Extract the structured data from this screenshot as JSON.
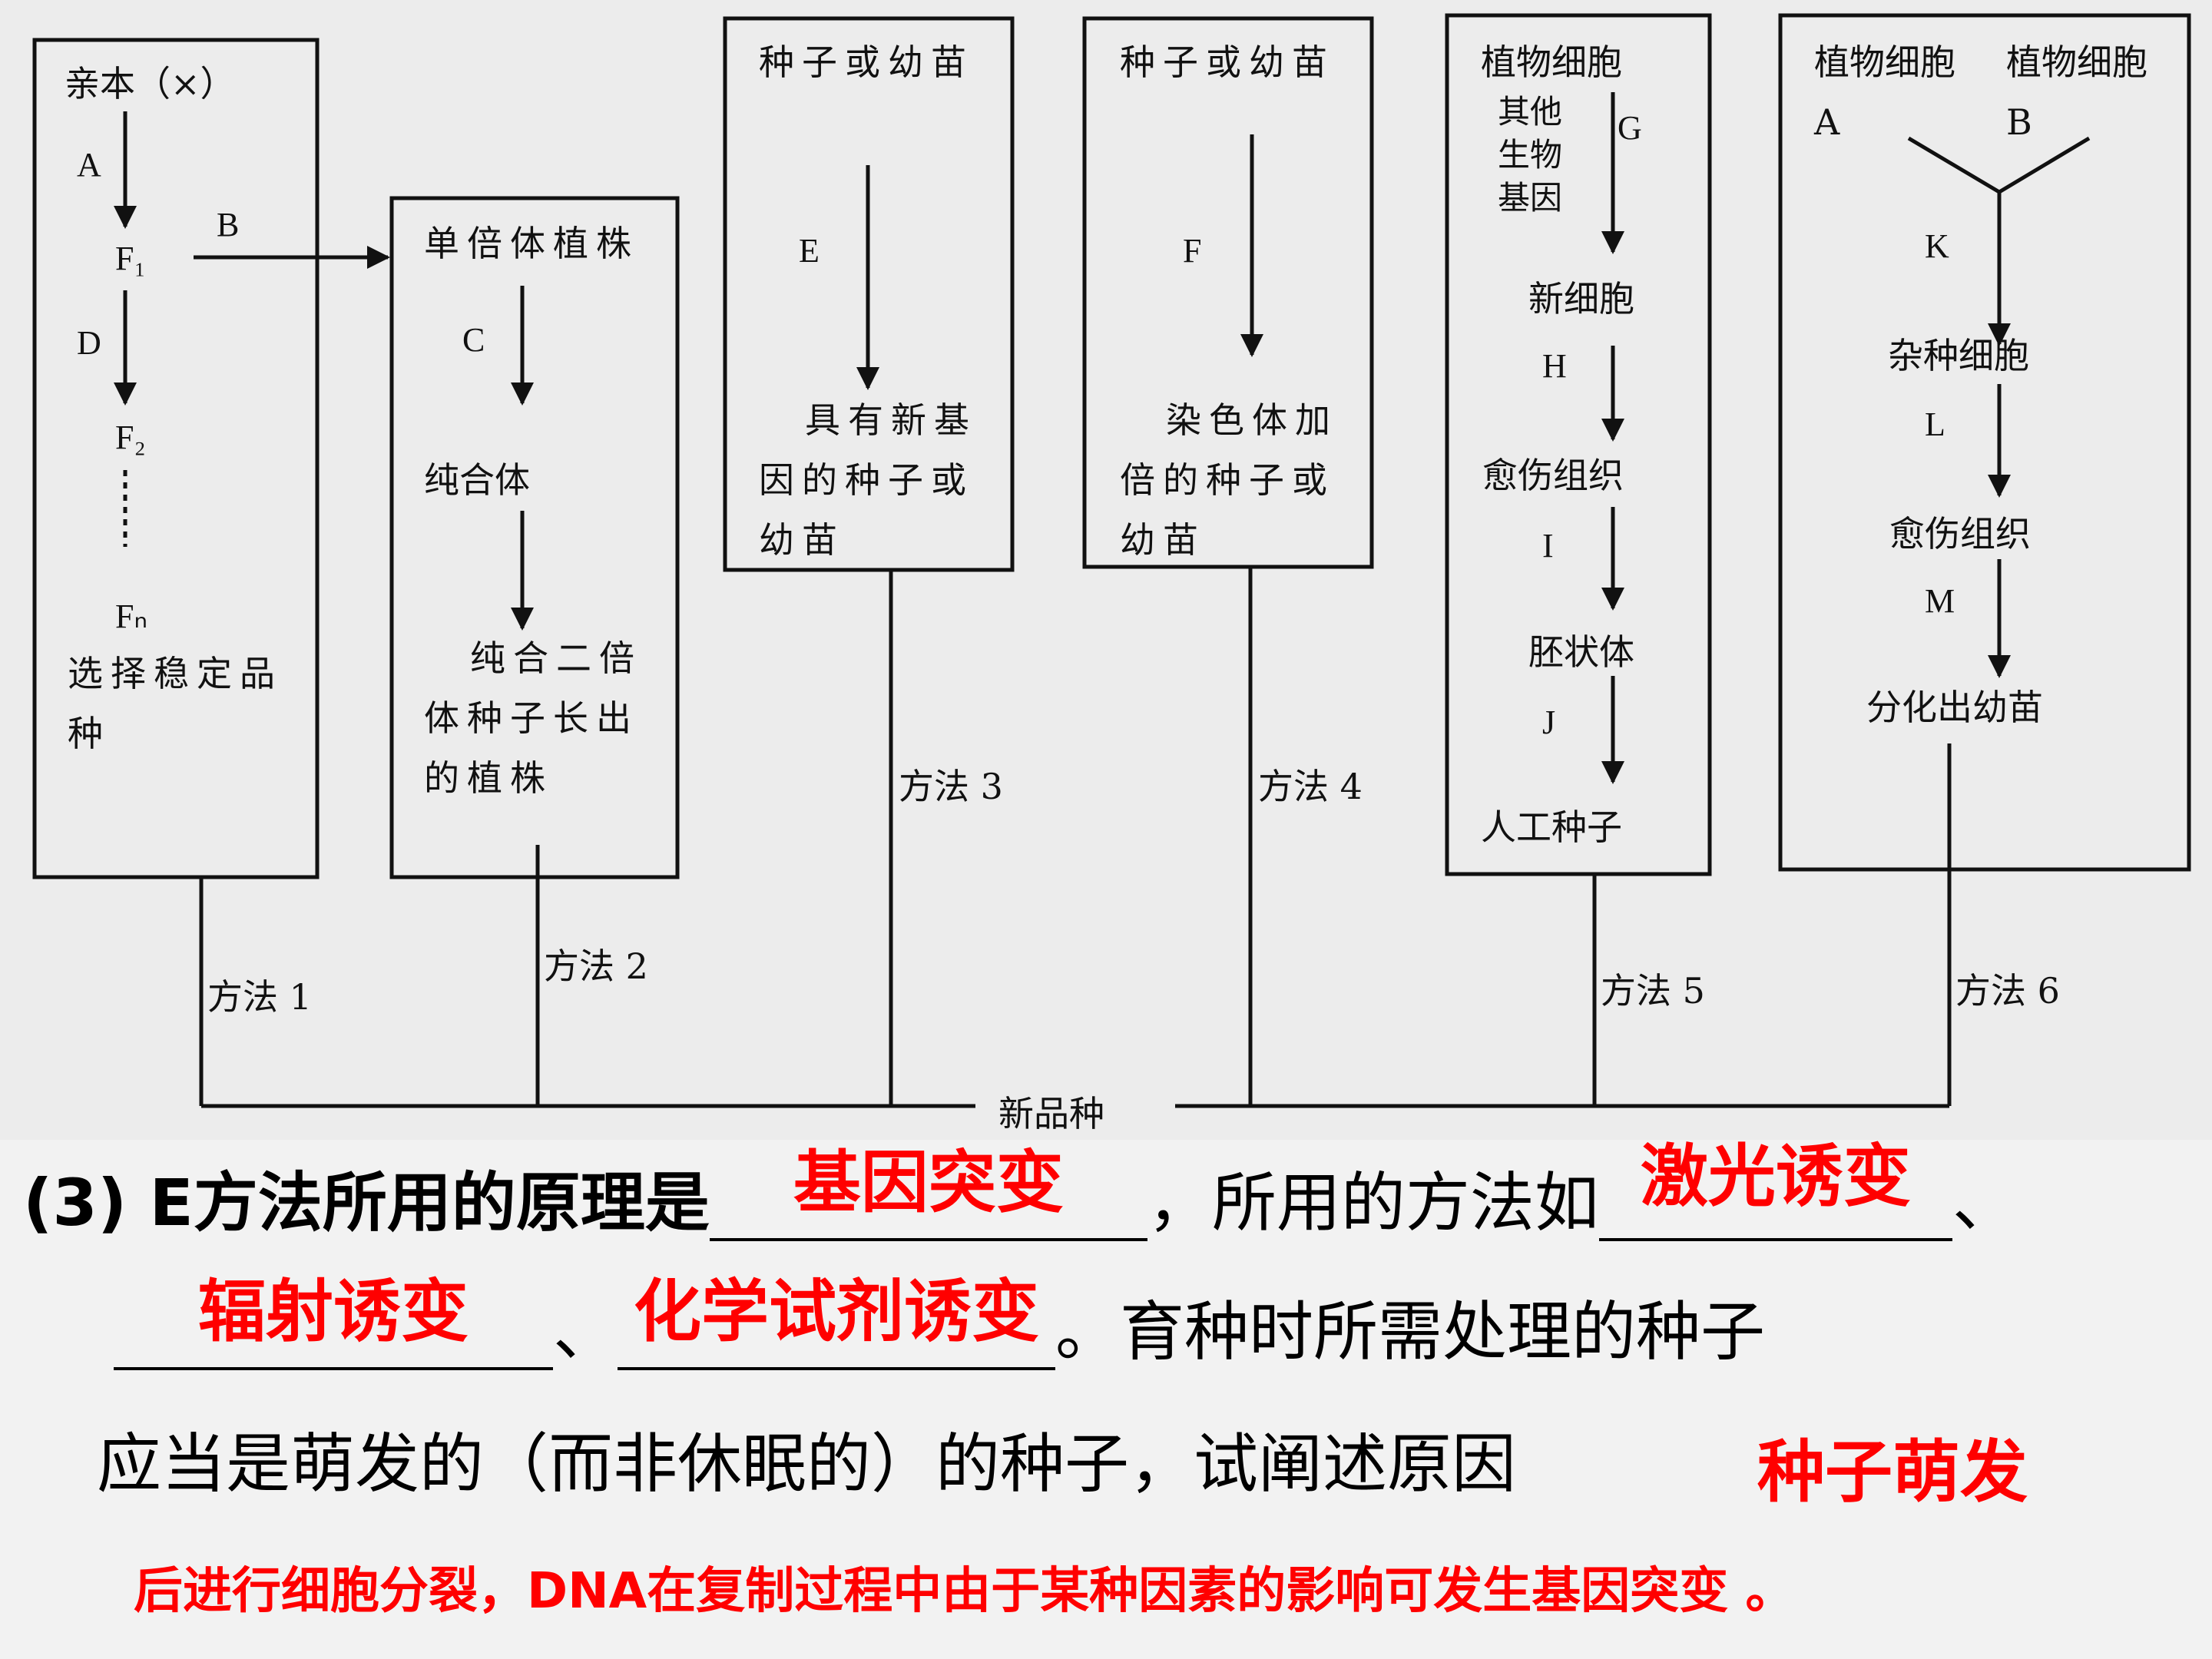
{
  "diagram": {
    "m1": {
      "parent": "亲本（×）",
      "a": "A",
      "f1": "F₁",
      "d": "D",
      "f2": "F₂",
      "fn": "Fₙ",
      "result": "选择稳定品种",
      "b": "B"
    },
    "m2": {
      "start": "单倍体植株",
      "c": "C",
      "mid": "纯合体",
      "result": "纯合二倍体种子长出的植株"
    },
    "m3": {
      "start": "种子或幼苗",
      "e": "E",
      "result": "具有新基因的种子或幼苗"
    },
    "m4": {
      "start": "种子或幼苗",
      "f": "F",
      "result": "染色体加倍的种子或幼苗"
    },
    "m5": {
      "start": "植物细胞",
      "other": "其他生物基因",
      "g": "G",
      "s1": "新细胞",
      "h": "H",
      "s2": "愈伤组织",
      "i": "I",
      "s3": "胚状体",
      "j": "J",
      "result": "人工种子"
    },
    "m6": {
      "a": "植物细胞 A",
      "b": "植物细胞 B",
      "k": "K",
      "s1": "杂种细胞",
      "l": "L",
      "s2": "愈伤组织",
      "m": "M",
      "result": "分化出幼苗"
    },
    "methods": [
      "方法 1",
      "方法 2",
      "方法 3",
      "方法 4",
      "方法 5",
      "方法 6"
    ],
    "output": "新品种"
  },
  "question": {
    "l1_a": "(3) E方法所用的原理是",
    "l1_b": "，所用的方法如",
    "l1_c": "、",
    "l2_a": "、",
    "l2_b": "。育种时所需处理的种子",
    "l3_a": "应当是萌发的（而非休眠的）的种子，试阐述原因"
  },
  "answers": {
    "a1": "基因突变",
    "a2": "激光诱变",
    "a3": "辐射诱变",
    "a4": "化学试剂诱变",
    "a5": "种子萌发",
    "a6": "后进行细胞分裂，DNA在复制过程中由于某种因素的影响可发生基因突变 。"
  }
}
